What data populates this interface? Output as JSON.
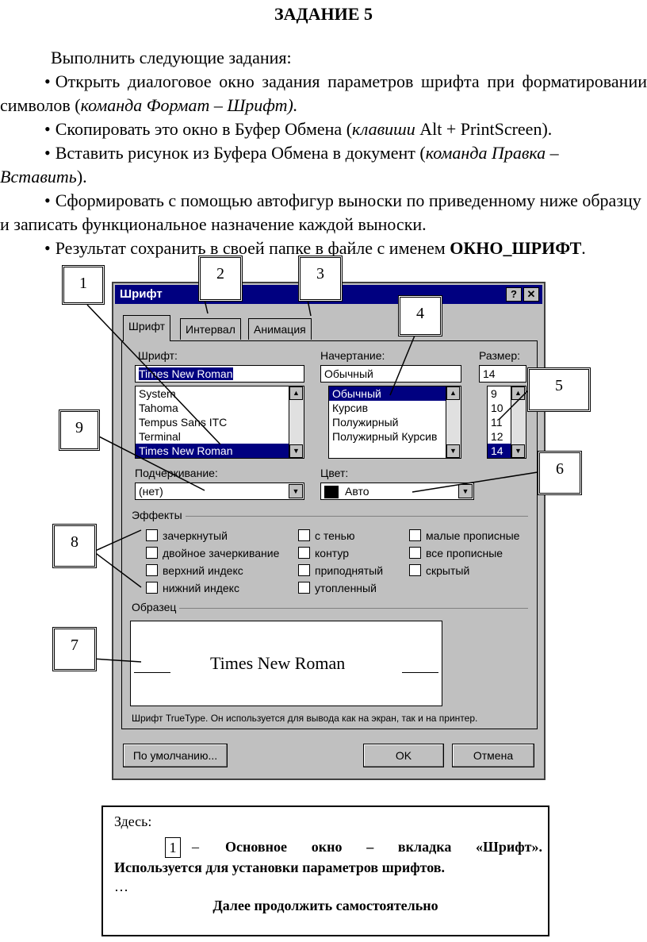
{
  "doc": {
    "title": "ЗАДАНИЕ 5",
    "intro": "Выполнить следующие задания:",
    "b1a": "Открыть диалоговое окно задания параметров шрифта при форматировании символов (",
    "b1b": "команда Формат – Шрифт).",
    "b2a": "Скопировать это окно в Буфер Обмена (",
    "b2b": "клавиши",
    "b2c": " Alt + PrintScreen).",
    "b3a": "Вставить рисунок из Буфера Обмена в документ (",
    "b3b": "команда Правка – Вставить",
    "b3c": ").",
    "b4": "Сформировать с помощью автофигур выноски по приведенному ниже образцу и записать функциональное назначение каждой выноски.",
    "b5a": "Результат сохранить в своей папке в файле с именем ",
    "b5b": "ОКНО_ШРИФТ",
    "b5c": "."
  },
  "dialog": {
    "title": "Шрифт",
    "help": "?",
    "close": "✕",
    "tabs": [
      "Шрифт",
      "Интервал",
      "Анимация"
    ],
    "font_label": "Шрифт:",
    "font_value": "Times New Roman",
    "font_list": [
      "System",
      "Tahoma",
      "Tempus Sans ITC",
      "Terminal",
      "Times New Roman"
    ],
    "style_label": "Начертание:",
    "style_value": "Обычный",
    "style_list": [
      "Обычный",
      "Курсив",
      "Полужирный",
      "Полужирный Курсив"
    ],
    "size_label": "Размер:",
    "size_value": "14",
    "size_list": [
      "9",
      "10",
      "11",
      "12",
      "14"
    ],
    "underline_label": "Подчеркивание:",
    "underline_value": "(нет)",
    "color_label": "Цвет:",
    "color_value": "Авто",
    "effects_label": "Эффекты",
    "effects": [
      "зачеркнутый",
      "двойное зачеркивание",
      "верхний индекс",
      "нижний индекс",
      "с тенью",
      "контур",
      "приподнятый",
      "утопленный",
      "малые прописные",
      "все прописные",
      "скрытый"
    ],
    "sample_label": "Образец",
    "sample_text": "Times New Roman",
    "info": "Шрифт TrueType. Он используется для вывода как на экран, так и на принтер.",
    "default_btn": "По умолчанию...",
    "ok_btn": "OK",
    "cancel_btn": "Отмена"
  },
  "callouts": [
    "1",
    "2",
    "3",
    "4",
    "5",
    "6",
    "7",
    "8",
    "9"
  ],
  "note": {
    "here": "Здесь:",
    "num": "1",
    "dash": "–",
    "line1": "Основное окно – вкладка «Шрифт».",
    "line2": "Используется для установки параметров шрифтов.",
    "dots": "…",
    "more": "Далее продолжить самостоятельно"
  }
}
